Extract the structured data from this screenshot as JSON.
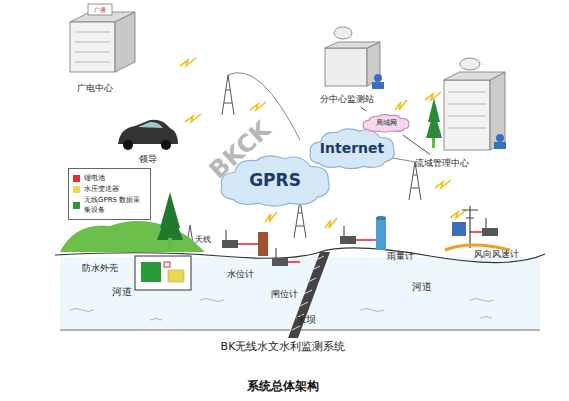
{
  "diagram": {
    "caption": "系统总体架构",
    "nodes": [
      {
        "text": [
          "广电中心"
        ]
      },
      {
        "text": [
          "领导"
        ]
      },
      {
        "text": [
          "分中心监测站"
        ]
      },
      {
        "text": [
          "局域网"
        ]
      },
      {
        "text": [
          "流域管理中心"
        ]
      },
      {
        "text": [
          "GPRS"
        ]
      },
      {
        "text": [
          "Internet"
        ]
      },
      {
        "text": [
          "水位计"
        ]
      },
      {
        "text": [
          "闸位计"
        ]
      },
      {
        "text": [
          "雨量计"
        ]
      },
      {
        "text": [
          "风向风速计"
        ]
      }
    ],
    "edges": [
      {
        "from": 2,
        "to": 3,
        "arrow": "none"
      },
      {
        "from": 3,
        "to": 4,
        "arrow": "none"
      }
    ],
    "labels": [
      "广播",
      "BKCK",
      "天线",
      "防水外壳",
      "河道",
      "河道",
      "水坝",
      "BK无线水文水利监测系统"
    ],
    "legend": [
      {
        "text": "锂电池",
        "color": "#e03030"
      },
      {
        "text": "水压变送器",
        "color": "#e8d84a"
      },
      {
        "text": "无线GPRS 数据采集设备",
        "color": "#2a9a3a"
      }
    ]
  }
}
